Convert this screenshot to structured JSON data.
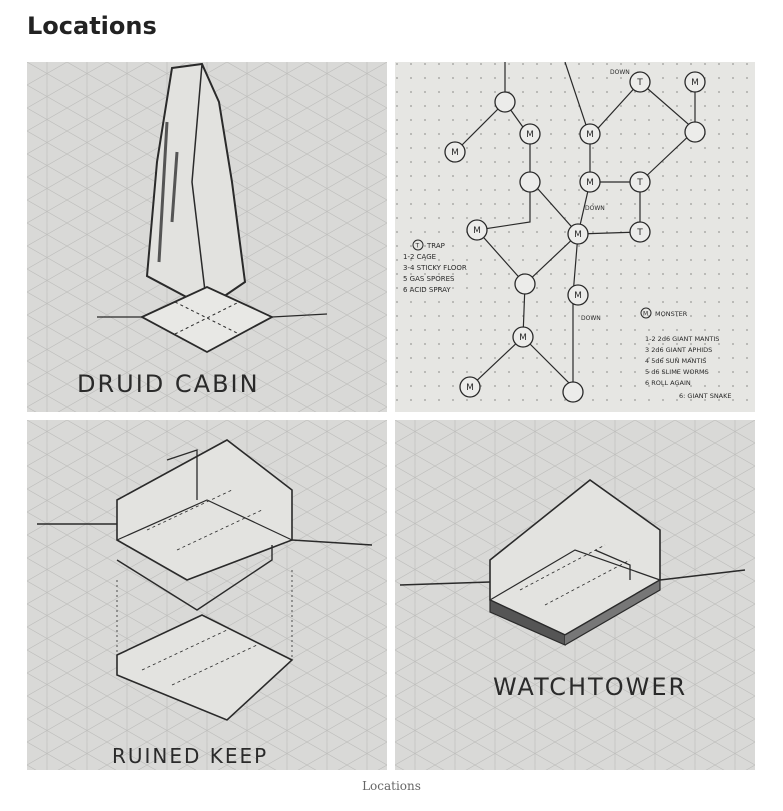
{
  "page": {
    "title": "Locations",
    "caption": "Locations"
  },
  "colors": {
    "paper": "#d9d9d7",
    "grid": "#bdbdbb",
    "ink": "#2a2a2a",
    "title": "#222222",
    "caption": "#666666"
  },
  "gallery": {
    "druid_cabin": {
      "label": "DRUID CABIN"
    },
    "dungeon_map": {
      "node_labels": {
        "trap": "T",
        "monster": "M"
      },
      "annotations": {
        "down": "DOWN"
      },
      "trap_legend": {
        "title": "TRAP",
        "entries": [
          "1-2  CAGE",
          "3-4  STICKY FLOOR",
          "5  GAS SPORES",
          "6  ACID SPRAY"
        ]
      },
      "monster_legend": {
        "title": "MONSTER",
        "entries": [
          "1-2  2d6 GIANT MANTIS",
          "3  2d6 GIANT APHIDS",
          "4  5d6 SUN MANTIS",
          "5  d6 SLIME WORMS",
          "6  ROLL AGAIN",
          "6: GIANT SNAKE"
        ]
      }
    },
    "ruined_keep": {
      "label": "RUINED KEEP"
    },
    "watchtower": {
      "label": "WATCHTOWER"
    }
  }
}
